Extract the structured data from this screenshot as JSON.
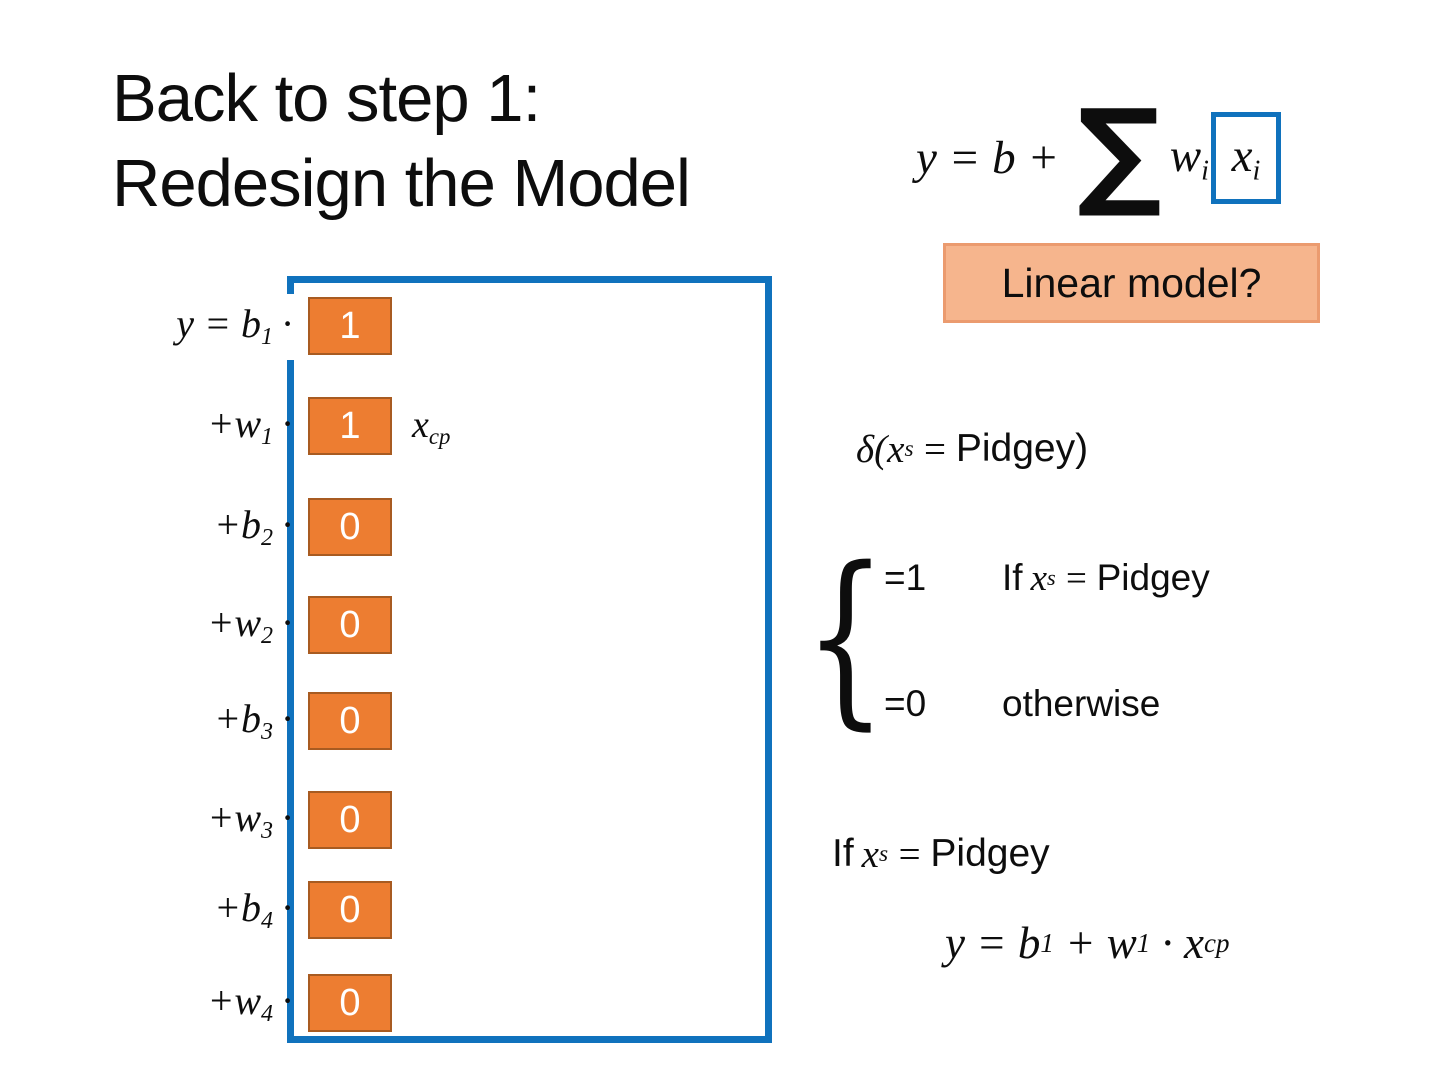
{
  "colors": {
    "blue": "#1072BD",
    "orange": "#ED7D31",
    "orange_dark": "#A85B21",
    "salmon": "#F6B58D",
    "salmon_border": "#EB9B6F",
    "text": "#0D0D0D"
  },
  "title": {
    "line1": "Back to step 1:",
    "line2": "Redesign the Model"
  },
  "top_formula": {
    "lhs": "y = b +",
    "sigma": "∑",
    "w": "w",
    "w_sub": "i",
    "x": "x",
    "x_sub": "i"
  },
  "linear_model": {
    "label": "Linear model?"
  },
  "expansion": {
    "rows": [
      {
        "main": "y = b",
        "sub": "1",
        "dot": "·",
        "value": "1"
      },
      {
        "main": "+w",
        "sub": "1",
        "dot": "·",
        "value": "1",
        "tail_main": "x",
        "tail_sub": "cp"
      },
      {
        "main": "+b",
        "sub": "2",
        "dot": "·",
        "value": "0"
      },
      {
        "main": "+w",
        "sub": "2",
        "dot": "·",
        "value": "0"
      },
      {
        "main": "+b",
        "sub": "3",
        "dot": "·",
        "value": "0"
      },
      {
        "main": "+w",
        "sub": "3",
        "dot": "·",
        "value": "0"
      },
      {
        "main": "+b",
        "sub": "4",
        "dot": "·",
        "value": "0"
      },
      {
        "main": "+w",
        "sub": "4",
        "dot": "·",
        "value": "0"
      }
    ]
  },
  "delta_line": {
    "lhs": "δ(x",
    "sub": "s",
    "eq": "=",
    "rhs": "Pidgey)"
  },
  "cases": {
    "brace": "{",
    "case1": {
      "value": "=1",
      "if": "If",
      "x": "x",
      "sub": "s",
      "eq": "=",
      "rhs": "Pidgey"
    },
    "case2": {
      "value": "=0",
      "cond": "otherwise"
    }
  },
  "conclusion": {
    "condition": {
      "if": "If",
      "x": "x",
      "sub": "s",
      "eq": "=",
      "rhs": "Pidgey"
    },
    "formula": {
      "t1": "y = b",
      "s1": "1",
      "t2": " + w",
      "s2": "1",
      "t3": " · x",
      "s3": "cp"
    }
  }
}
